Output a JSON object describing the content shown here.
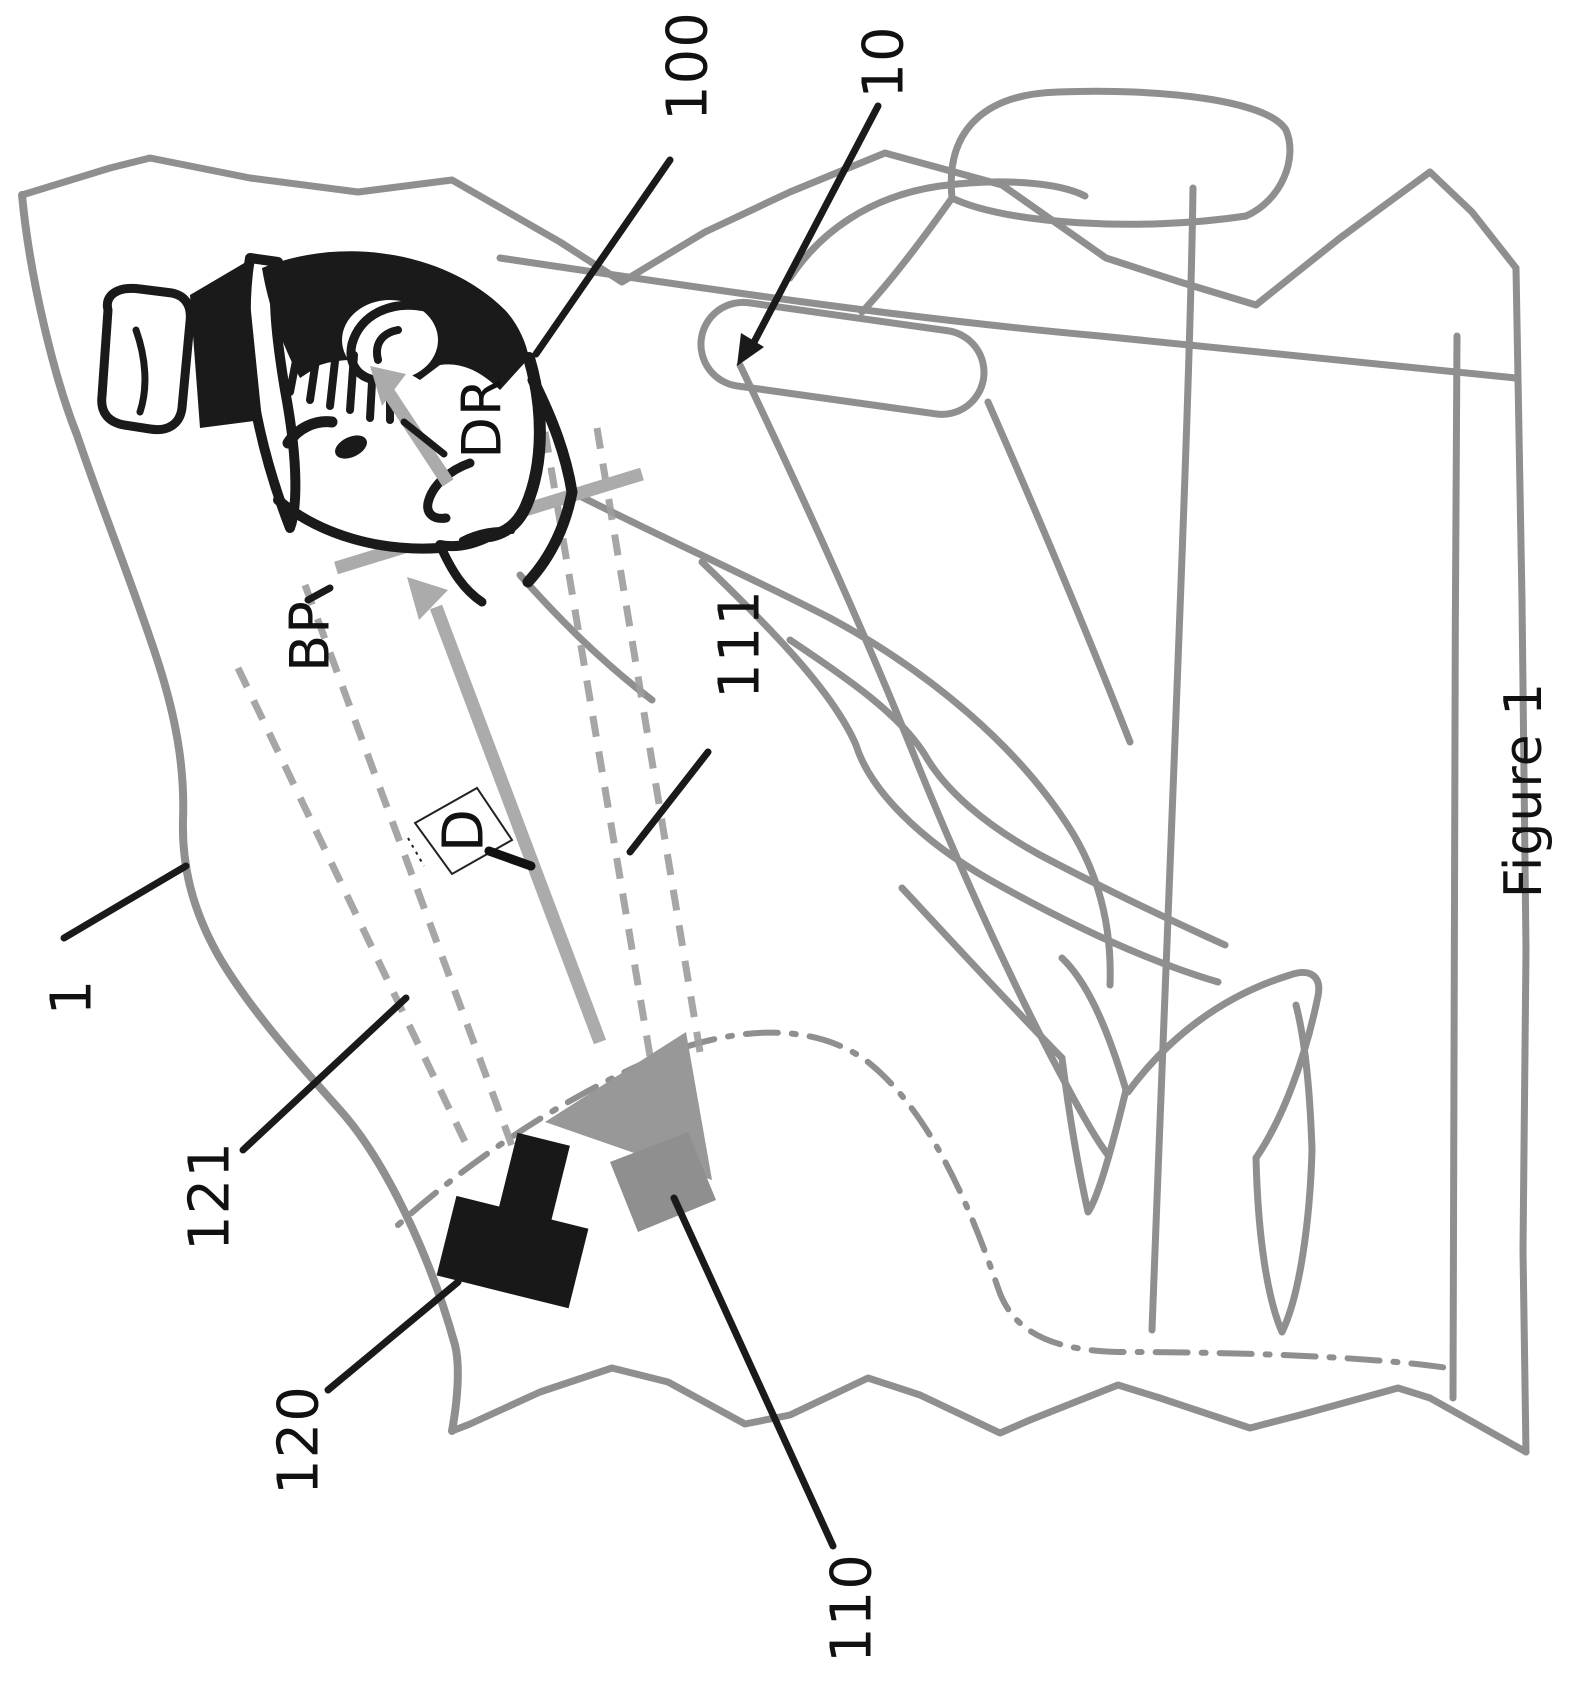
{
  "figure": {
    "caption": "Figure 1",
    "kind": "patent-line-drawing",
    "orientation": "landscape drawing rotated 90deg counter-clockwise",
    "scene": "Driver with flat cap seated in vehicle seat; light source (120, black) and camera with view cone (110, gray) on dashboard project dashed beams (121, 111) and a gray beam path (BP) with distance D toward the driver's head (100); gaze direction arrow DR; vehicle/seat referenced as 10 and system boundary as 1",
    "colors": {
      "background": "#ffffff",
      "sketch_gray": "#8f8f8f",
      "beam_gray": "#9c9c9c",
      "arrow_gray": "#ababab",
      "ink_black": "#1a1a1a",
      "device_120_fill": "#181818",
      "device_110_fill": "#989898"
    }
  },
  "labels": {
    "l1": {
      "text": "1",
      "target": "vehicle interior boundary line"
    },
    "l10": {
      "text": "10",
      "target": "vehicle seat back"
    },
    "l100": {
      "text": "100",
      "target": "driver head"
    },
    "l110": {
      "text": "110",
      "target": "camera / sensor device (gray)"
    },
    "l111": {
      "text": "111",
      "target": "camera field-of-view dashed line"
    },
    "l120": {
      "text": "120",
      "target": "light source device (black)"
    },
    "l121": {
      "text": "121",
      "target": "light beam dashed line"
    },
    "bp": {
      "text": "BP",
      "target": "beam path arrow"
    },
    "dr": {
      "text": "DR",
      "target": "driver gaze direction arrow"
    },
    "d": {
      "text": "D",
      "target": "distance marker box on beam path"
    }
  },
  "caption": {
    "text": "Figure 1"
  }
}
